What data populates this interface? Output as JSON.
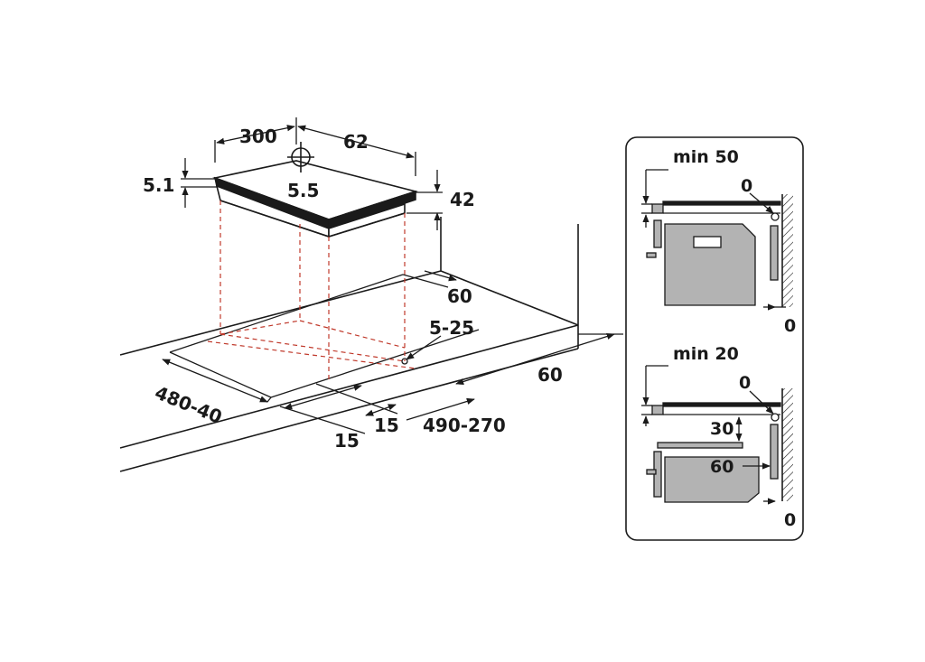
{
  "main": {
    "dim_300": "300",
    "dim_62": "62",
    "dim_5_1": "5.1",
    "dim_5_5": "5.5",
    "dim_42": "42",
    "dim_60_back": "60",
    "dim_5_25": "5-25",
    "dim_60_side": "60",
    "dim_480_40": "480-40",
    "dim_15_a": "15",
    "dim_15_b": "15",
    "dim_490_270": "490-270"
  },
  "detail_top": {
    "min_label": "min 50",
    "zero_top": "0",
    "zero_bottom": "0"
  },
  "detail_bottom": {
    "min_label": "min 20",
    "zero_top": "0",
    "dim_30": "30",
    "dim_60": "60",
    "zero_bottom": "0"
  },
  "colors": {
    "line": "#1a1a1a",
    "dashed_projection": "#c0392b",
    "panel_gray": "#b3b3b3"
  }
}
